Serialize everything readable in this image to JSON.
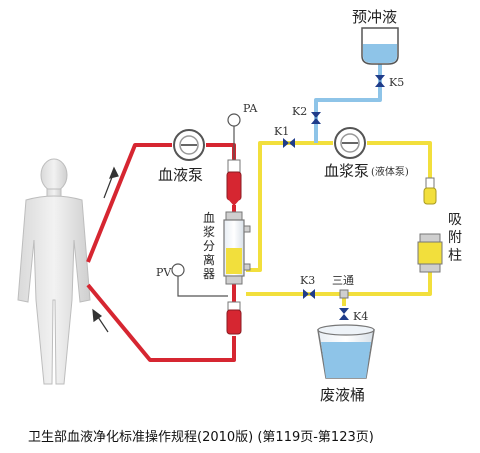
{
  "labels": {
    "prefill": "预冲液",
    "k5": "K5",
    "k2": "K2",
    "k1": "K1",
    "pa": "PA",
    "blood_pump": "血液泵",
    "plasma_pump": "血浆泵",
    "plasma_pump_note": "(液体泵)",
    "separator": [
      "血",
      "浆",
      "分",
      "离",
      "器"
    ],
    "adsorption": [
      "吸",
      "附",
      "柱"
    ],
    "pv": "PV",
    "k3": "K3",
    "three_way": "三通",
    "k4": "K4",
    "waste": "废液桶"
  },
  "caption": "卫生部血液净化标准操作规程(2010版) (第119页-第123页)",
  "colors": {
    "blood": "#d62631",
    "plasma": "#f2df3c",
    "saline": "#8ec4e8",
    "valve": "#1f3c8a"
  }
}
